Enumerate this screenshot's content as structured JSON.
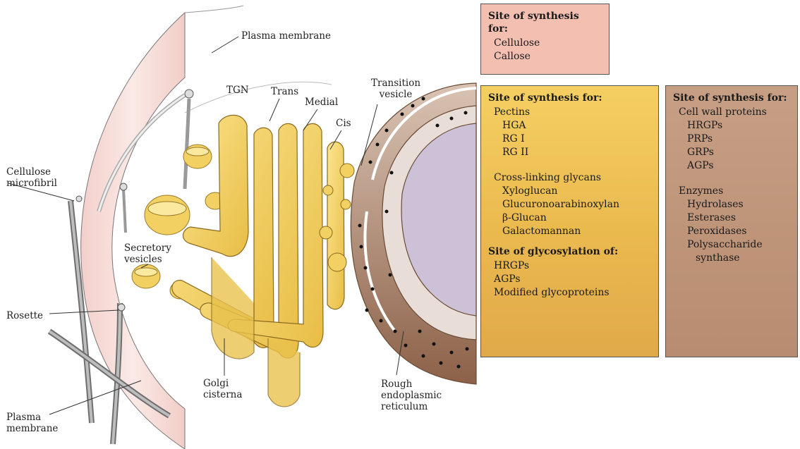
{
  "labels": {
    "plasma_membrane_top": "Plasma membrane",
    "tgn": "TGN",
    "trans": "Trans",
    "medial": "Medial",
    "cis": "Cis",
    "transition_vesicle": [
      "Transition",
      "vesicle"
    ],
    "cellulose_microfibril": [
      "Cellulose",
      "microfibril"
    ],
    "secretory_vesicles": [
      "Secretory",
      "vesicles"
    ],
    "rosette": "Rosette",
    "golgi_cisterna": [
      "Golgi",
      "cisterna"
    ],
    "rough_er": [
      "Rough",
      "endoplasmic",
      "reticulum"
    ],
    "plasma_membrane_bottom": [
      "Plasma",
      "membrane"
    ]
  },
  "boxes": {
    "plasma_membrane": {
      "heading": "Site of synthesis for:",
      "items": [
        "Cellulose",
        "Callose"
      ],
      "color": "#f2bfb1"
    },
    "golgi": {
      "heading": "Site of synthesis for:",
      "pectins": "Pectins",
      "pectin_items": [
        "HGA",
        "RG I",
        "RG II"
      ],
      "glycans": "Cross-linking glycans",
      "glycan_items": [
        "Xyloglucan",
        "Glucuronoarabinoxylan",
        "β-Glucan",
        "Galactomannan"
      ],
      "heading2": "Site of glycosylation of:",
      "glyco_items": [
        "HRGPs",
        "AGPs",
        "Modified glycoproteins"
      ],
      "color": "#eab94e"
    },
    "er": {
      "heading": "Site of synthesis for:",
      "proteins": "Cell wall proteins",
      "protein_items": [
        "HRGPs",
        "PRPs",
        "GRPs",
        "AGPs"
      ],
      "enzymes": "Enzymes",
      "enzyme_items": [
        "Hydrolases",
        "Esterases",
        "Peroxidases",
        "Polysaccharide",
        "synthase"
      ],
      "color": "#b88c70"
    }
  },
  "colors": {
    "membrane": "#f7dcd8",
    "golgi": "#f3d46a",
    "er": "#a57d62",
    "nucleus": "#cdc1d8"
  }
}
